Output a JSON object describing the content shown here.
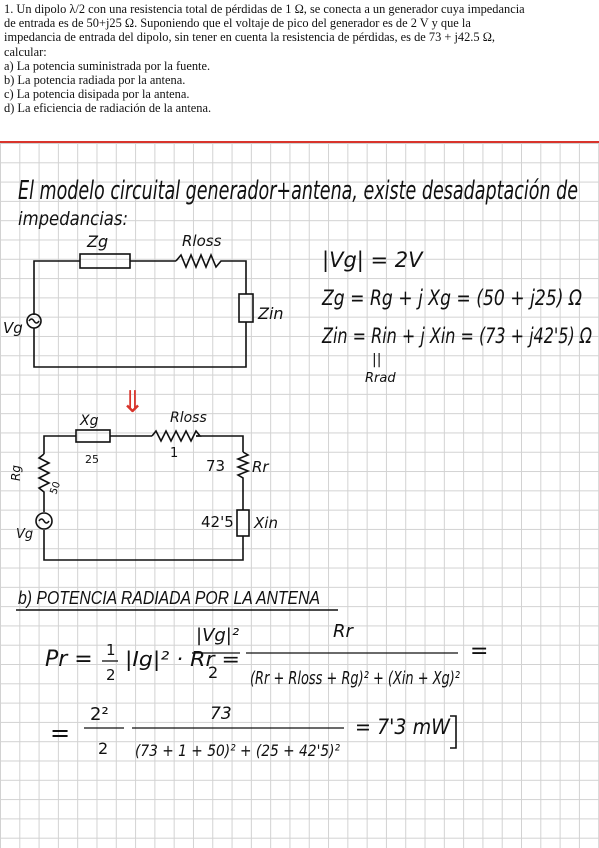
{
  "problem": {
    "lines": [
      "1. Un dipolo λ/2 con una resistencia total de pérdidas de 1 Ω, se conecta a un generador cuya impedancia",
      "de entrada es de 50+j25 Ω. Suponiendo que el voltaje de pico del generador es de 2 V y que la",
      "impedancia de entrada del dipolo, sin tener en cuenta la resistencia de pérdidas, es de 73 + j42.5 Ω,",
      "calcular:",
      "a) La potencia suministrada por la fuente.",
      "b) La potencia radiada por la antena.",
      "c) La potencia disipada por la antena.",
      "d) La eficiencia de radiación de la antena."
    ]
  },
  "notes": {
    "intro_line1": "El modelo circuital generador+antena, existe desadaptación de",
    "intro_line2": "impedancias:",
    "c1": {
      "zg": "Zg",
      "rloss": "Rloss",
      "vg": "Vg",
      "zin": "Zin"
    },
    "eqs": {
      "eq1": "|Vg| = 2V",
      "eq2": "Zg = Rg + j Xg = (50 + j25) Ω",
      "eq3": "Zin = Rin + j Xin = (73 + j42'5) Ω",
      "equals_sym": "||",
      "rrad": "Rrad"
    },
    "arrow": "⇓",
    "c2": {
      "xg": "Xg",
      "xg_val": "25",
      "rloss": "Rloss",
      "rloss_val": "1",
      "rg": "Rg",
      "rg_val": "50",
      "rr_val": "73",
      "rr": "Rr",
      "xin_val": "42'5",
      "xin": "Xin",
      "vg": "Vg"
    },
    "b_heading": "b) POTENCIA RADIADA POR LA ANTENA",
    "f1": {
      "lhs": "Pr =",
      "half_num": "1",
      "half_den": "2",
      "mid": "|Ig|² · Rr =",
      "vg_num": "|Vg|²",
      "vg_den": "2",
      "rr_num": "Rr",
      "den": "(Rr + Rloss + Rg)² + (Xin + Xg)²",
      "eq": "="
    },
    "f2": {
      "lead_eq": "=",
      "num1": "2²",
      "den1": "2",
      "num2": "73",
      "den2": "(73 + 1 + 50)² + (25 + 42'5)²",
      "result": "= 7'3 mW"
    }
  }
}
